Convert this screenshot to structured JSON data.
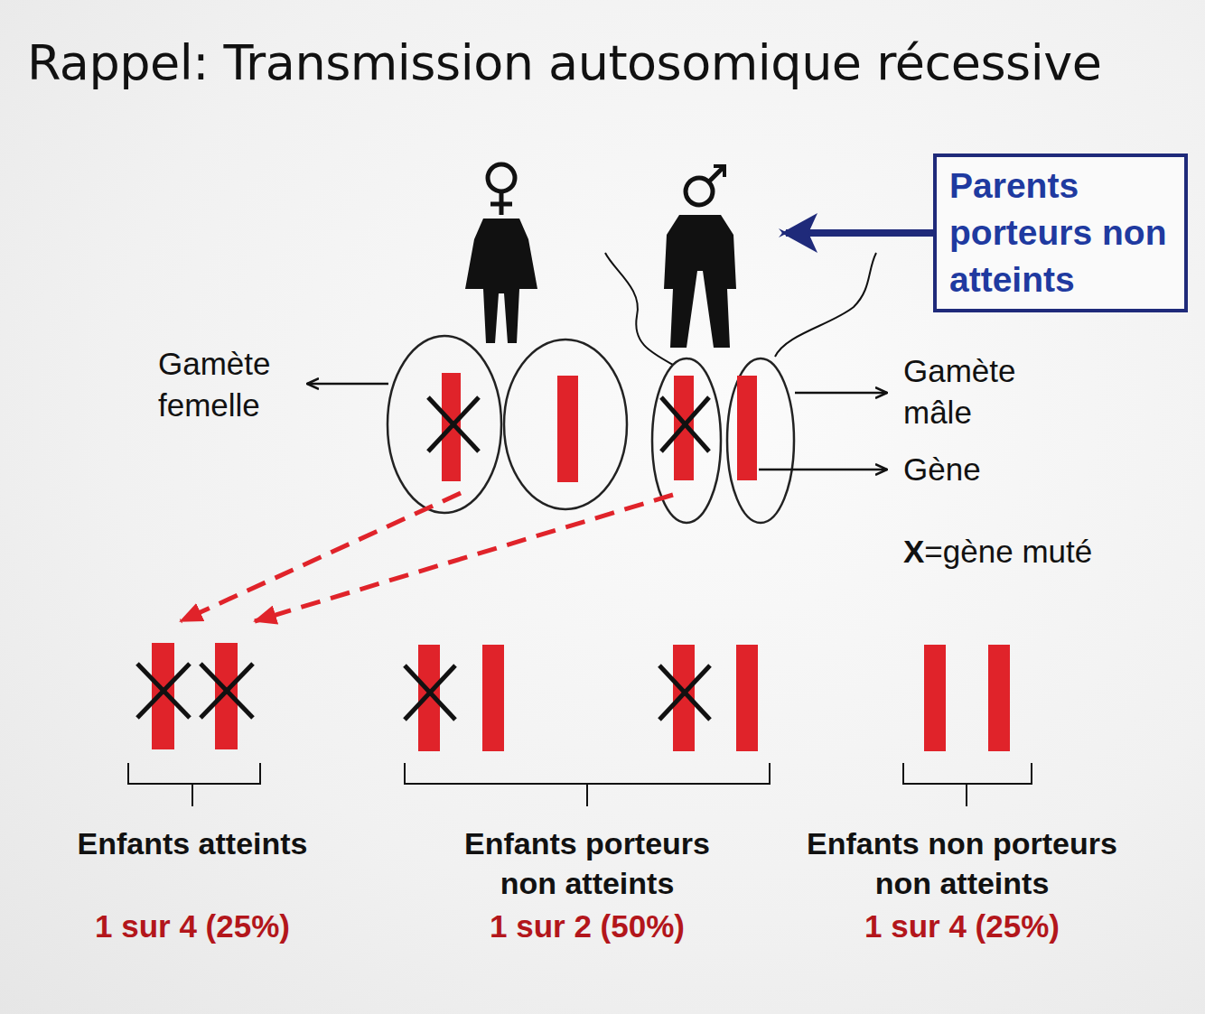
{
  "diagram": {
    "title": "Rappel: Transmission autosomique récessive",
    "nodes": [
      {
        "text": [
          "Parents porteurs non atteints"
        ]
      }
    ],
    "labels": [
      "Gamète femelle",
      "Gamète mâle",
      "Gène",
      "X=gène muté",
      "Enfants atteints",
      "1 sur 4 (25%)",
      "Enfants porteurs non atteints",
      "1 sur 2 (50%)",
      "Enfants non porteurs non atteints",
      "1 sur 4 (25%)"
    ]
  }
}
